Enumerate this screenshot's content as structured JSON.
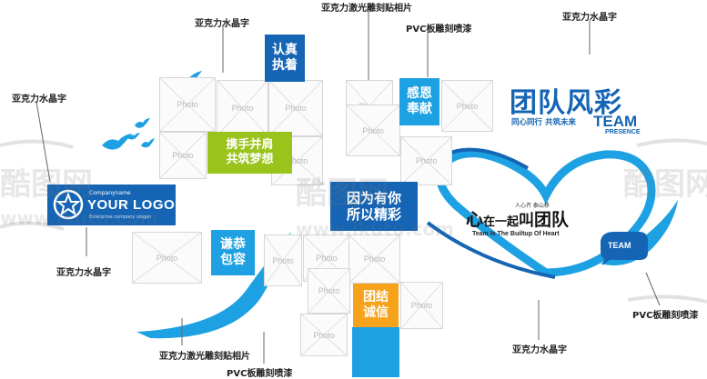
{
  "callouts": {
    "c1": "亚克力水晶字",
    "c2": "亚克力激光雕刻贴相片",
    "c3": "PVC板雕刻喷漆",
    "c4": "亚克力水晶字",
    "c5": "亚克力水晶字",
    "c6": "亚克力水晶字",
    "c7": "亚克力激光雕刻贴相片",
    "c8": "PVC板雕刻喷漆",
    "c9": "亚克力水晶字",
    "c10": "PVC板雕刻喷漆"
  },
  "photo_label": "Photo",
  "plaques": {
    "p1": "认真\n执着",
    "p2": "感恩\n奉献",
    "p3": "携手并肩\n共筑梦想",
    "p4": "因为有你\n所以精彩",
    "p5": "谦恭\n包容",
    "p6": "团结\n诚信"
  },
  "logo": {
    "company": "Companyname",
    "name": "YOUR LOGO",
    "tagline": "Enterprise company slogan"
  },
  "team_style": {
    "title": "团队风彩",
    "subtitle": "同心同行 共筑未来",
    "en_1": "TEAM",
    "en_2": "PRESENCE"
  },
  "heart": {
    "small_1": "人心齐 泰山移",
    "main_a": "心",
    "main_b": "在一起",
    "main_c": "叫",
    "main_d": "团队",
    "english": "Team Is The Builtup Of Heart",
    "badge": "TEAM"
  },
  "watermark": {
    "brand": "酷图网",
    "url": "www.ikutu.com"
  },
  "colors": {
    "blue": "#1565b4",
    "cyan": "#1da1e2",
    "lime": "#9ac31c",
    "orange": "#f6a21b"
  }
}
